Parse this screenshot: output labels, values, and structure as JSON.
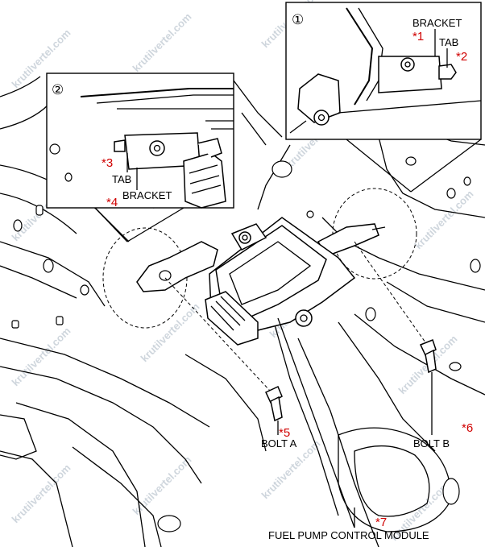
{
  "labels": {
    "bracket_top": "BRACKET",
    "tab_top": "TAB",
    "tab_left": "TAB",
    "bracket_left": "BRACKET",
    "bolt_a": "BOLT A",
    "bolt_b": "BOLT B",
    "module": "FUEL PUMP CONTROL MODULE"
  },
  "callouts": {
    "c1": "*1",
    "c2": "*2",
    "c3": "*3",
    "c4": "*4",
    "c5": "*5",
    "c6": "*6",
    "c7": "*7"
  },
  "insets": {
    "one": "①",
    "two": "②"
  },
  "watermark": "krutilvertel.com",
  "colors": {
    "callout": "#d00000",
    "line": "#000000",
    "watermark": "#cfd6dd"
  }
}
